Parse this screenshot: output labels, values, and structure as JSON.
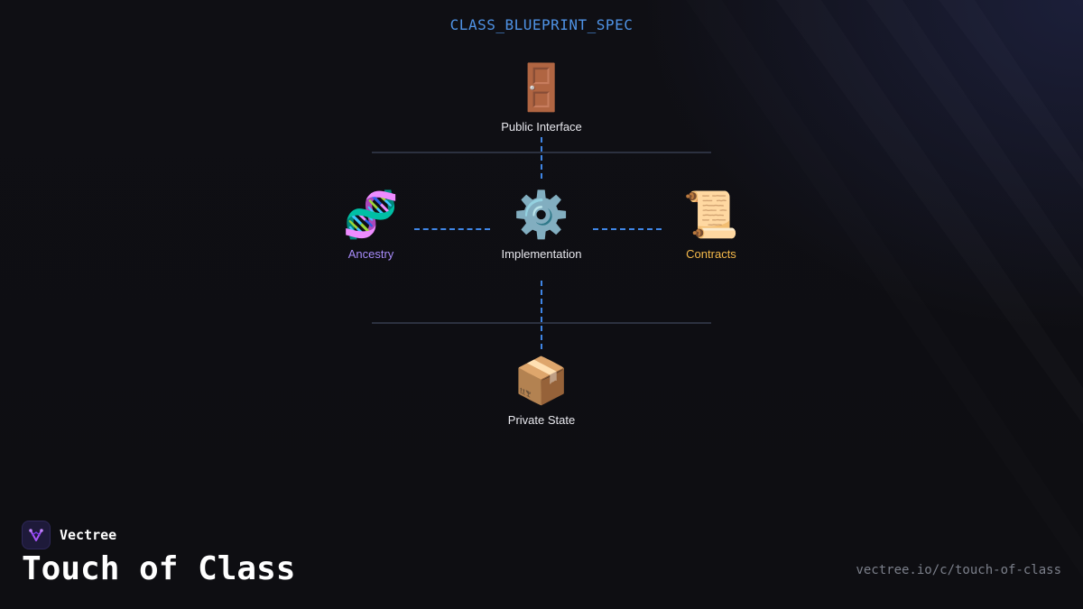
{
  "diagram": {
    "spec_title": "CLASS_BLUEPRINT_SPEC",
    "nodes": {
      "public_interface": {
        "icon": "🚪",
        "icon_name": "door-icon",
        "label": "Public Interface",
        "color": "#e8e8ee"
      },
      "ancestry": {
        "icon": "🧬",
        "icon_name": "dna-icon",
        "label": "Ancestry",
        "color": "#a78bfa"
      },
      "implementation": {
        "icon": "⚙️",
        "icon_name": "gear-icon",
        "label": "Implementation",
        "color": "#e8e8ee"
      },
      "contracts": {
        "icon": "📜",
        "icon_name": "scroll-icon",
        "label": "Contracts",
        "color": "#f5b94a"
      },
      "private_state": {
        "icon": "📦",
        "icon_name": "package-icon",
        "label": "Private State",
        "color": "#e8e8ee"
      }
    },
    "connector_color": "#3f86e6",
    "divider_color": "#2c3140"
  },
  "footer": {
    "brand": "Vectree",
    "logo_icon": "vectree-logo-icon",
    "title": "Touch of Class",
    "url": "vectree.io/c/touch-of-class"
  }
}
